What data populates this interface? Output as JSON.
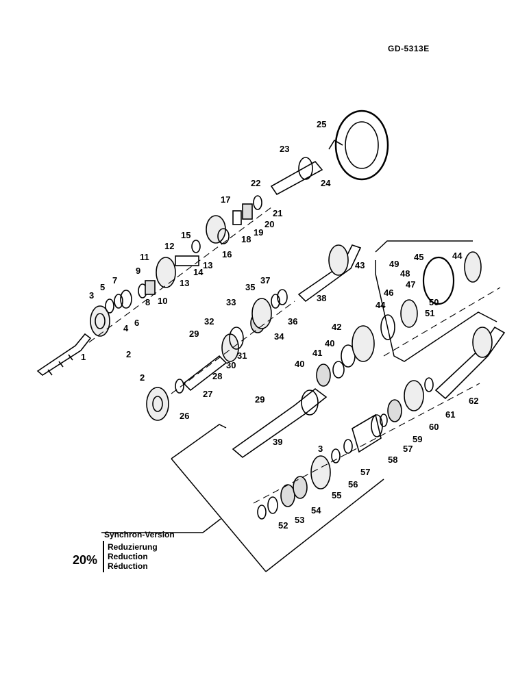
{
  "drawing_code": "GD-5313E",
  "part_labels": [
    "1",
    "2",
    "3",
    "4",
    "5",
    "6",
    "7",
    "8",
    "9",
    "10",
    "11",
    "12",
    "13",
    "13",
    "14",
    "15",
    "16",
    "17",
    "18",
    "19",
    "20",
    "21",
    "22",
    "23",
    "24",
    "25",
    "26",
    "27",
    "28",
    "29",
    "29",
    "30",
    "31",
    "32",
    "33",
    "34",
    "35",
    "36",
    "37",
    "38",
    "39",
    "40",
    "40",
    "41",
    "42",
    "43",
    "44",
    "44",
    "45",
    "46",
    "47",
    "48",
    "49",
    "50",
    "51",
    "52",
    "53",
    "54",
    "55",
    "56",
    "57",
    "57",
    "58",
    "59",
    "60",
    "61",
    "62",
    "2",
    "3"
  ],
  "legend": {
    "title": "Synchron-Version",
    "percent": "20%",
    "lines": [
      "Reduzierung",
      "Reduction",
      "Réduction"
    ]
  }
}
